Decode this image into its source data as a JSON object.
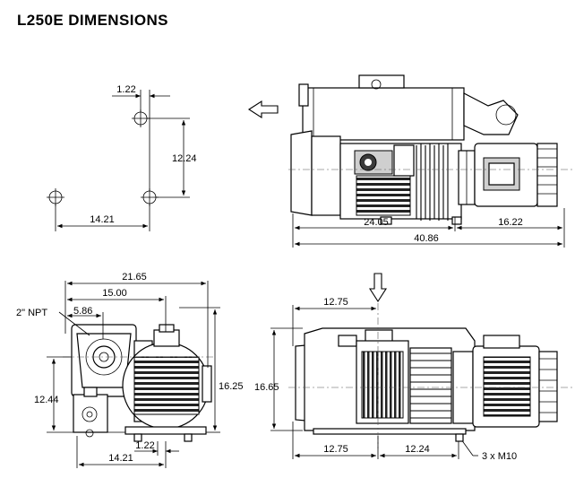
{
  "title": "L250E  DIMENSIONS",
  "hole_pattern": {
    "offset_x": "1.22",
    "height": "12.24",
    "width": "14.21"
  },
  "side_view": {
    "dim_left": "24.05",
    "dim_right": "16.22",
    "dim_total": "40.86"
  },
  "end_view": {
    "width_total": "21.65",
    "width_port": "15.00",
    "port_label": "2\" NPT",
    "port_offset": "5.86",
    "height_left": "12.44",
    "height_total": "16.25",
    "foot_offset": "1.22",
    "foot_width": "14.21"
  },
  "top_view": {
    "inlet_offset": "12.75",
    "height": "16.65",
    "base_left": "12.75",
    "base_right": "12.24",
    "bolt_label": "3 x M10"
  }
}
